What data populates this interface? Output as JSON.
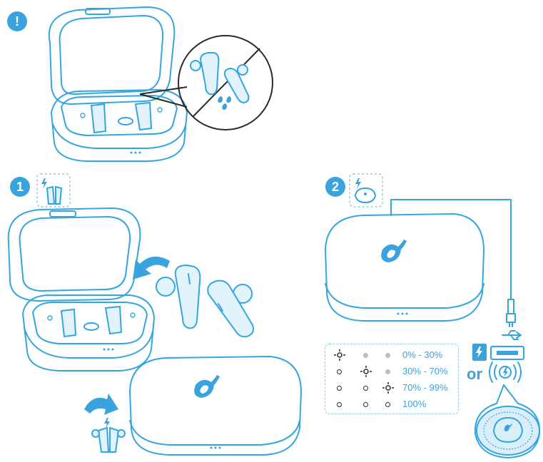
{
  "warning_badge": "!",
  "step1": {
    "badge": "1"
  },
  "step2": {
    "badge": "2"
  },
  "battery_legend": [
    {
      "leds": [
        "blink",
        "on",
        "on"
      ],
      "range": "0% - 30%"
    },
    {
      "leds": [
        "off",
        "blink",
        "on"
      ],
      "range": "30% - 70%"
    },
    {
      "leds": [
        "off",
        "off",
        "blink"
      ],
      "range": "70% - 99%"
    },
    {
      "leds": [
        "off",
        "off",
        "off"
      ],
      "range": "100%"
    }
  ],
  "charging_or": "or",
  "colors": {
    "accent": "#3aa2dc",
    "line": "#33a6e0",
    "fill_light": "#e3f3fb",
    "dark": "#2b2b2b"
  },
  "icons": [
    "warning-icon",
    "earbuds-case-open",
    "earbud-pair",
    "no-water-icon",
    "charging-bolt-icon",
    "usb-icon",
    "wireless-charging-icon",
    "led-blink-icon",
    "rotate-arrow-icon",
    "logo-swirl-icon"
  ]
}
